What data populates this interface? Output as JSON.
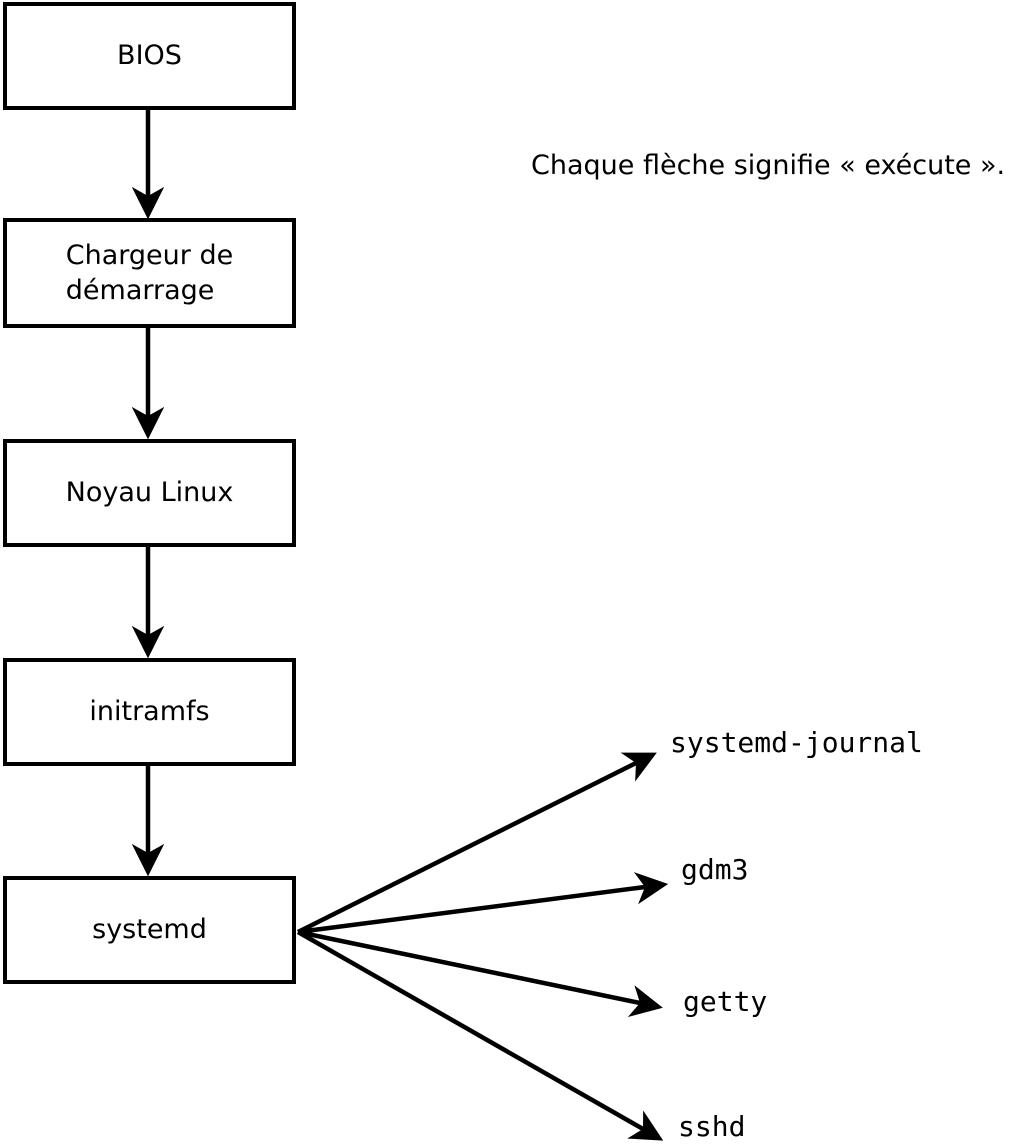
{
  "note": "Chaque flèche signifie « exécute ».",
  "boxes": {
    "bios": "BIOS",
    "bootloader": "Chargeur de\ndémarrage",
    "kernel": "Noyau Linux",
    "initramfs": "initramfs",
    "systemd": "systemd"
  },
  "processes": {
    "journal": "systemd-journal",
    "gdm3": "gdm3",
    "getty": "getty",
    "sshd": "sshd"
  },
  "colors": {
    "foreground": "#000000",
    "background": "#ffffff"
  }
}
